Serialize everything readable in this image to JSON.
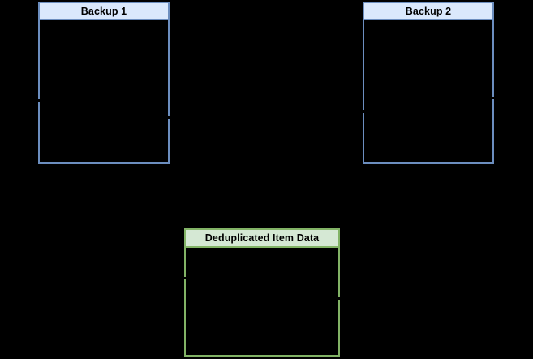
{
  "diagram": {
    "background_color": "#000000",
    "boxes": {
      "backup1": {
        "title": "Backup 1",
        "header_fill": "#dae8fc",
        "border_color": "#6c8ebf",
        "title_color": "#000000"
      },
      "backup2": {
        "title": "Backup 2",
        "header_fill": "#dae8fc",
        "border_color": "#6c8ebf",
        "title_color": "#000000"
      },
      "dedup": {
        "title": "Deduplicated Item Data",
        "header_fill": "#d5e8d4",
        "border_color": "#82b366",
        "title_color": "#000000"
      }
    },
    "connector_stubs": {
      "color": "#000000",
      "count": 6
    }
  }
}
